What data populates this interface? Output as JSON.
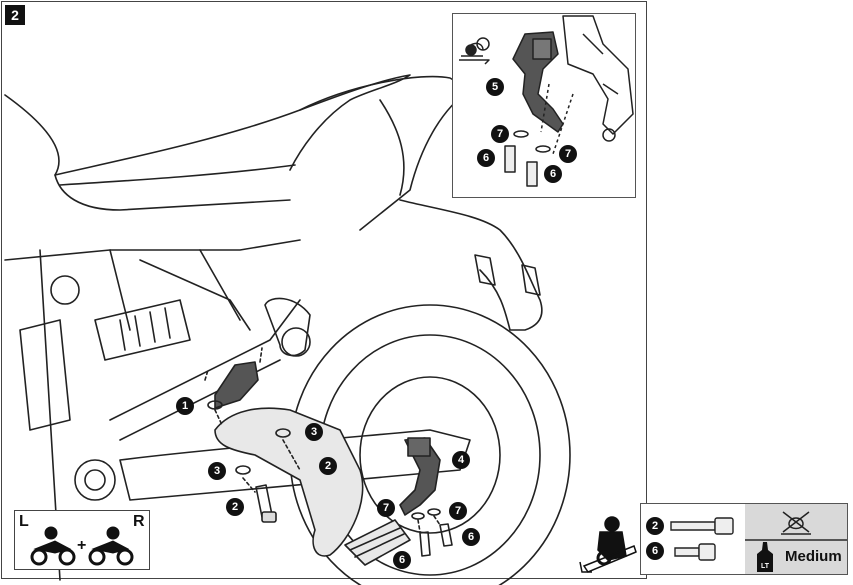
{
  "step_number": "2",
  "callouts": {
    "c1": "1",
    "c2a": "2",
    "c2b": "2",
    "c3a": "3",
    "c3b": "3",
    "c4": "4",
    "c6a": "6",
    "c6b": "6",
    "c7a": "7",
    "c7b": "7"
  },
  "inset_callouts": {
    "c5": "5",
    "c7a": "7",
    "c7b": "7",
    "c6a": "6",
    "c6b": "6"
  },
  "lr_box": {
    "left": "L",
    "plus": "+",
    "right": "R"
  },
  "legend": {
    "bolt_long_number": "2",
    "bolt_short_number": "6",
    "threadlock_strength": "Medium",
    "threadlock_bottle_label": "LT"
  },
  "icons": [
    "motorcycle-rear-view-icon",
    "threadlock-bottle-icon",
    "no-grease-icon",
    "wrench-icon"
  ]
}
